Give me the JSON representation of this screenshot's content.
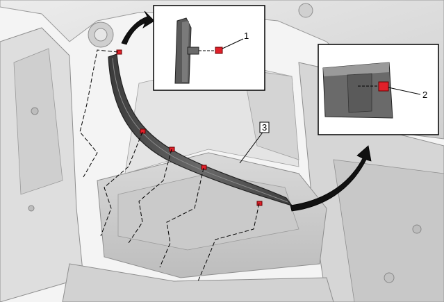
{
  "diagram": {
    "callouts": [
      {
        "id": "1",
        "label": "1"
      },
      {
        "id": "2",
        "label": "2"
      },
      {
        "id": "3",
        "label": "3"
      }
    ],
    "colors": {
      "background": "#ffffff",
      "body_panel": "#e3e3e3",
      "body_shadow": "#b9b9b9",
      "trim_panel": "#4c4c4c",
      "clip_red": "#e0202a",
      "leader_line": "#000000",
      "arrow": "#000000"
    },
    "icons": [
      "curved-arrow-icon",
      "clip-icon"
    ]
  }
}
